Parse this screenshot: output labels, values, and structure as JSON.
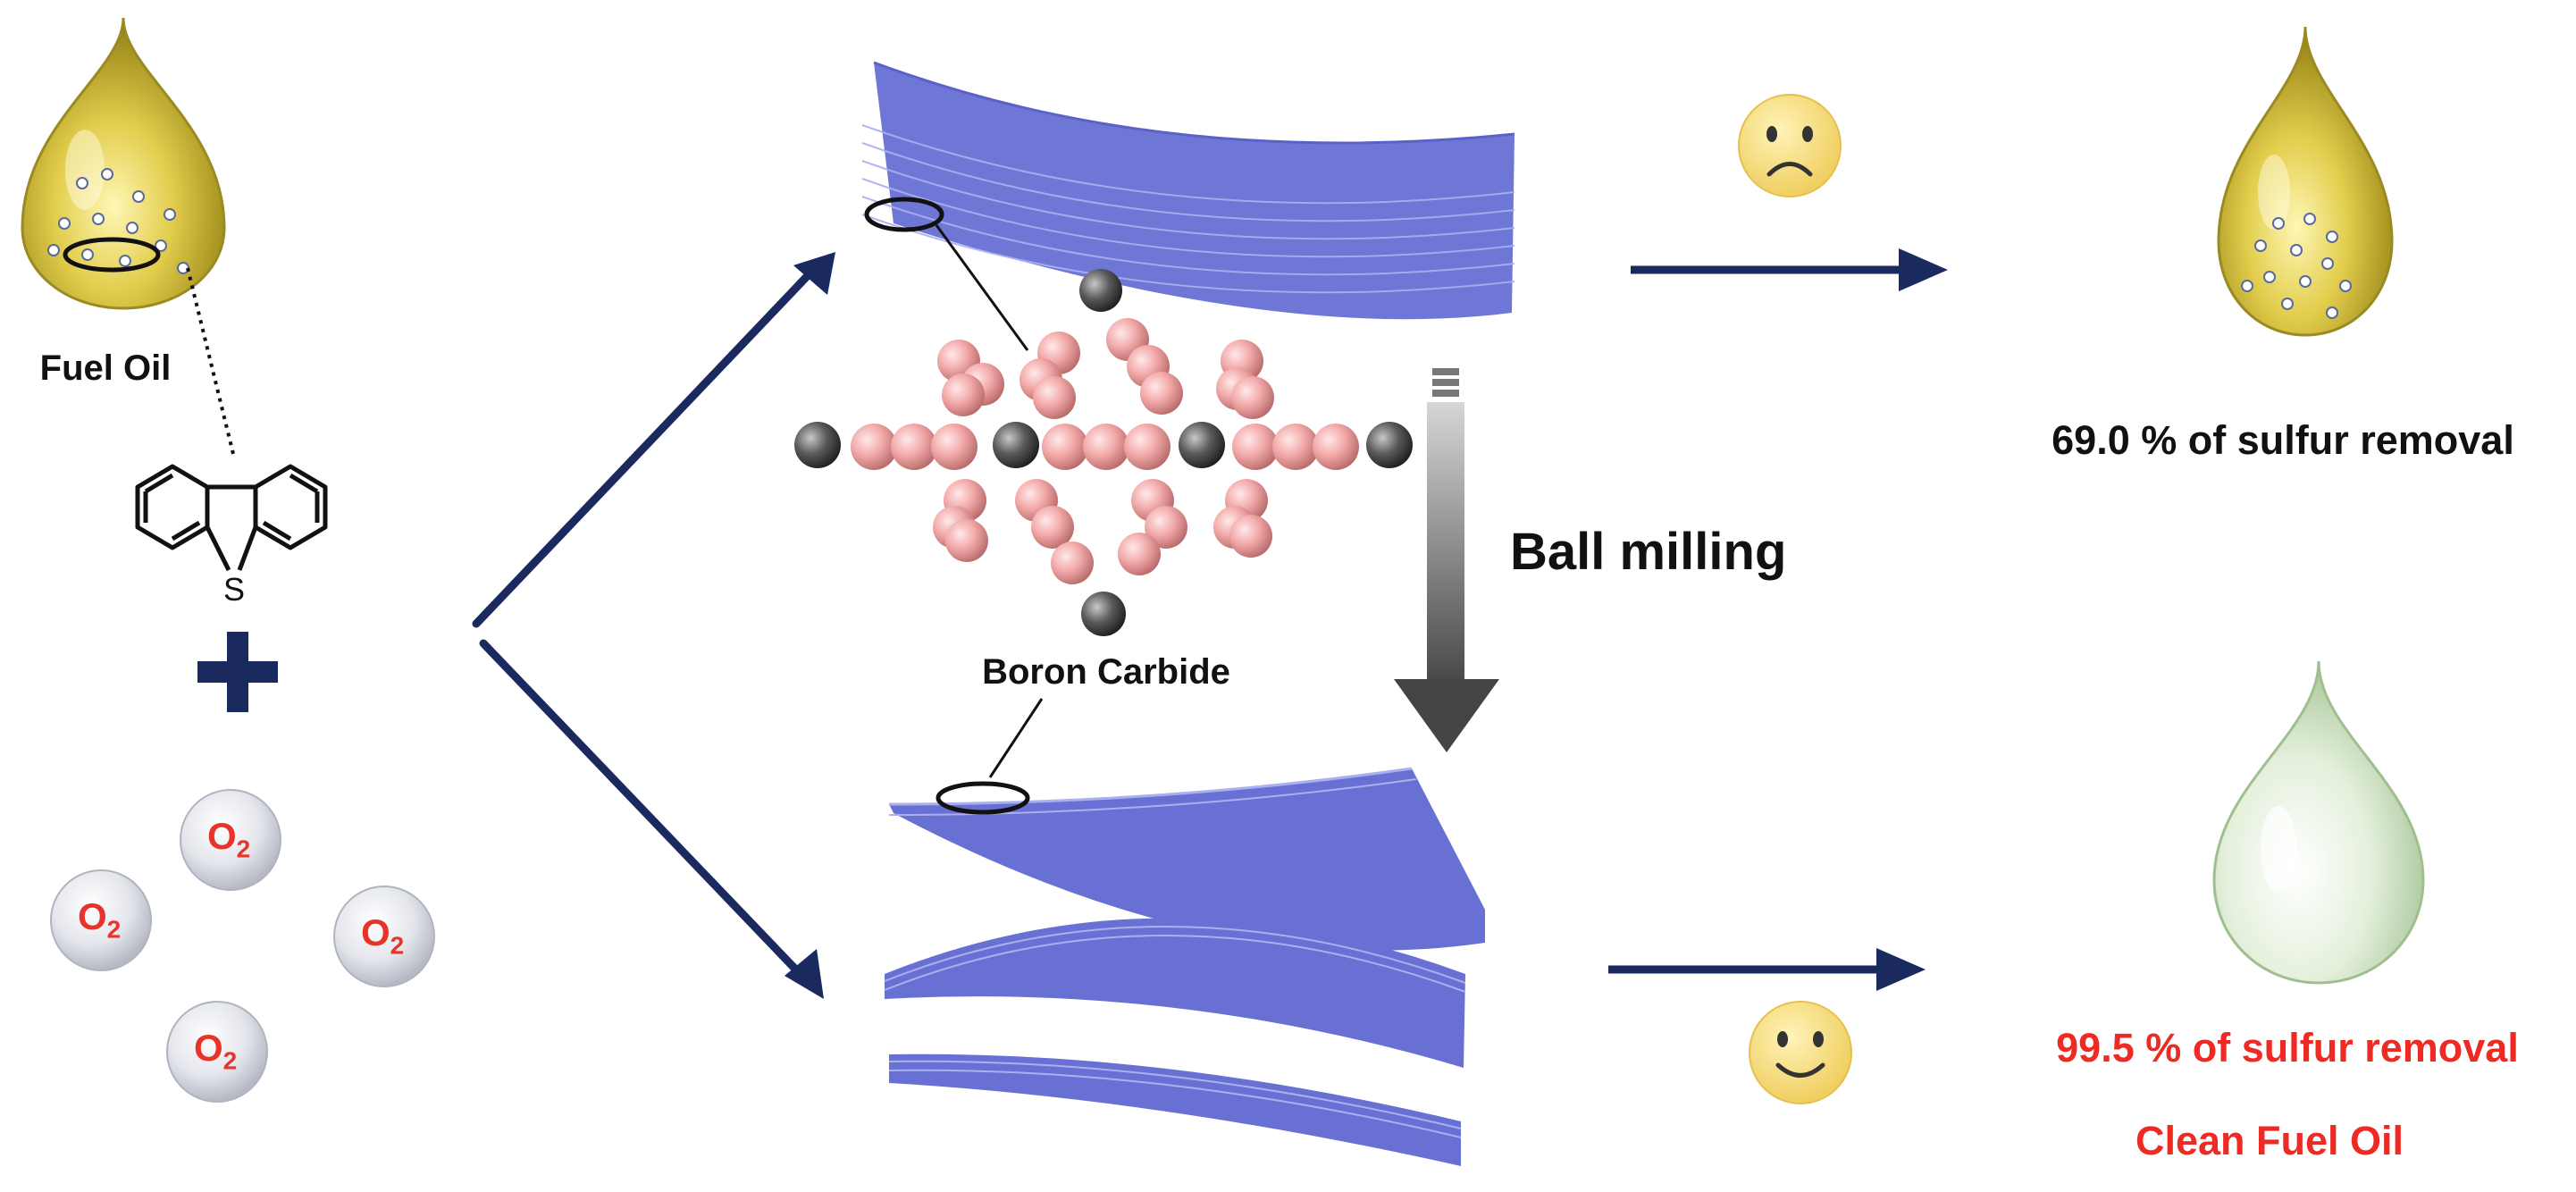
{
  "labels": {
    "fuel_oil": "Fuel Oil",
    "sulfur_atom": "S",
    "boron_carbide": "Boron Carbide",
    "ball_milling": "Ball milling",
    "result_bulk": "69.0 % of sulfur removal",
    "result_milled": "99.5 % of sulfur removal",
    "clean_fuel": "Clean Fuel Oil",
    "oxygen_symbol": "O",
    "oxygen_subscript": "2"
  },
  "colors": {
    "arrow_navy": "#1b2a5e",
    "sheet_blue": "#6870d4",
    "oil_yellow": "#d8c23a",
    "clean_green": "#cfe3c4",
    "highlight_red": "#ee2a24",
    "boron_pink": "#f0a8a8",
    "carbon_gray": "#555555",
    "smiley_yellow": "#f7dd7a"
  },
  "icons": {
    "sad": "sad-face-icon",
    "happy": "happy-face-icon",
    "plus": "plus-icon"
  }
}
